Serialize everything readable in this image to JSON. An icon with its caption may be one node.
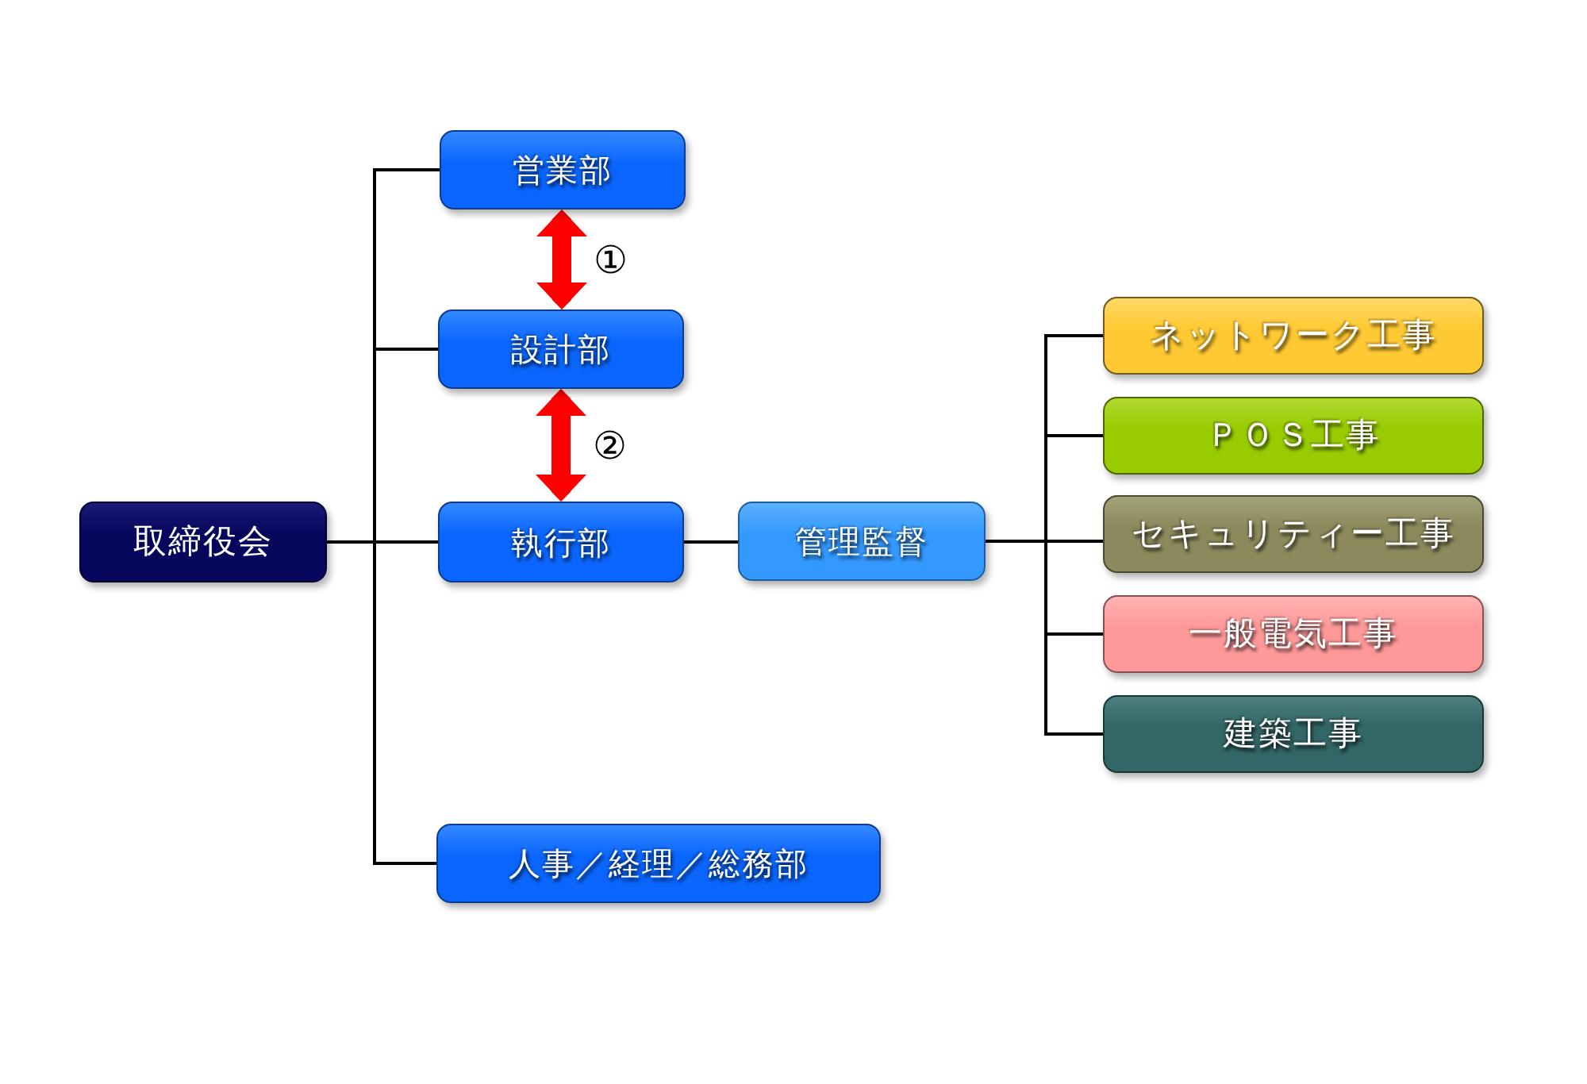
{
  "diagram": {
    "nodes": [
      {
        "text": [
          "取締役会"
        ]
      },
      {
        "text": [
          "営業部"
        ]
      },
      {
        "text": [
          "設計部"
        ]
      },
      {
        "text": [
          "執行部"
        ]
      },
      {
        "text": [
          "人事／経理／総務部"
        ]
      },
      {
        "text": [
          "管理監督"
        ]
      },
      {
        "text": [
          "ネットワーク工事"
        ]
      },
      {
        "text": [
          "ＰＯＳ工事"
        ]
      },
      {
        "text": [
          "セキュリティー工事"
        ]
      },
      {
        "text": [
          "一般電気工事"
        ]
      },
      {
        "text": [
          "建築工事"
        ]
      }
    ],
    "edges": [
      {
        "from": 0,
        "to": 1,
        "arrow": "none"
      },
      {
        "from": 0,
        "to": 2,
        "arrow": "none"
      },
      {
        "from": 0,
        "to": 3,
        "arrow": "none"
      },
      {
        "from": 0,
        "to": 4,
        "arrow": "none"
      },
      {
        "from": 1,
        "to": 2,
        "arrow": "both",
        "label": "①",
        "style": "thick",
        "color": "#ff0000"
      },
      {
        "from": 2,
        "to": 3,
        "arrow": "both",
        "label": "②",
        "style": "thick",
        "color": "#ff0000"
      },
      {
        "from": 3,
        "to": 5,
        "arrow": "none"
      },
      {
        "from": 5,
        "to": 6,
        "arrow": "none"
      },
      {
        "from": 5,
        "to": 7,
        "arrow": "none"
      },
      {
        "from": 5,
        "to": 8,
        "arrow": "none"
      },
      {
        "from": 5,
        "to": 9,
        "arrow": "none"
      },
      {
        "from": 5,
        "to": 10,
        "arrow": "none"
      }
    ]
  }
}
